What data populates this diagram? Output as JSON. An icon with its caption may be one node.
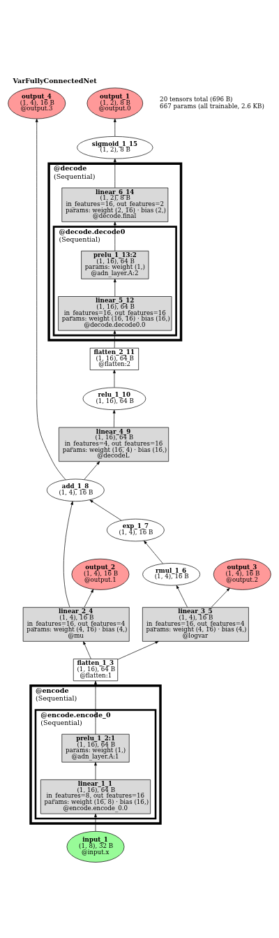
{
  "diagram": {
    "title": "VarFullyConnectedNet",
    "nodes": [
      {
        "text": [
          "output_4",
          "(1, 4), 16 B",
          "@output.3"
        ]
      },
      {
        "text": [
          "output_1",
          "(1, 2), 8 B",
          "@output.0"
        ]
      },
      {
        "text": [
          "sigmoid_1_15",
          "(1, 2), 8 B"
        ]
      },
      {
        "text": [
          "@decode",
          "(Sequential)"
        ]
      },
      {
        "text": [
          "linear_6_14",
          "(1, 2), 8 B",
          "in_features=16, out_features=2",
          "params: weight (2, 16) · bias (2,)",
          "@decode.final"
        ],
        "in": 3
      },
      {
        "text": [
          "@decode.decode0",
          "(Sequential)"
        ],
        "in": 3
      },
      {
        "text": [
          "prelu_1_13:2",
          "(1, 16), 64 B",
          "params: weight (1,)",
          "@adn_layer.A:2"
        ],
        "in": 5
      },
      {
        "text": [
          "linear_5_12",
          "(1, 16), 64 B",
          "in_features=16, out_features=16",
          "params: weight (16, 16) · bias (16,)",
          "@decode.decode0.0"
        ],
        "in": 5
      },
      {
        "text": [
          "flatten_2_11",
          "(1, 16), 64 B",
          "@flatten:2"
        ]
      },
      {
        "text": [
          "relu_1_10",
          "(1, 16), 64 B"
        ]
      },
      {
        "text": [
          "linear_4_9",
          "(1, 16), 64 B",
          "in_features=4, out_features=16",
          "params: weight (16, 4) · bias (16,)",
          "@decodeL"
        ]
      },
      {
        "text": [
          "add_1_8",
          "(1, 4), 16 B"
        ]
      },
      {
        "text": [
          "exp_1_7",
          "(1, 4), 16 B"
        ]
      },
      {
        "text": [
          "output_2",
          "(1, 4), 16 B",
          "@output.1"
        ]
      },
      {
        "text": [
          "rmul_1_6",
          "(1, 4), 16 B"
        ]
      },
      {
        "text": [
          "output_3",
          "(1, 4), 16 B",
          "@output.2"
        ]
      },
      {
        "text": [
          "linear_2_4",
          "(1, 4), 16 B",
          "in_features=16, out_features=4",
          "params: weight (4, 16) · bias (4,)",
          "@mu"
        ]
      },
      {
        "text": [
          "linear_3_5",
          "(1, 4), 16 B",
          "in_features=16, out_features=4",
          "params: weight (4, 16) · bias (4,)",
          "@logvar"
        ]
      },
      {
        "text": [
          "flatten_1_3",
          "(1, 16), 64 B",
          "@flatten:1"
        ]
      },
      {
        "text": [
          "@encode",
          "(Sequential)"
        ]
      },
      {
        "text": [
          "@encode.encode_0",
          "(Sequential)"
        ],
        "in": 19
      },
      {
        "text": [
          "prelu_1_2:1",
          "(1, 16), 64 B",
          "params: weight (1,)",
          "@adn_layer.A:1"
        ],
        "in": 20
      },
      {
        "text": [
          "linear_1_1",
          "(1, 16), 64 B",
          "in_features=8, out_features=16",
          "params: weight (16, 8) · bias (16,)",
          "@encode.encode_0.0"
        ],
        "in": 20
      },
      {
        "text": [
          "input_1",
          "(1, 8), 32 B",
          "@input.x"
        ]
      }
    ],
    "edges": [
      {
        "from": 23,
        "to": 22,
        "arrow": "to"
      },
      {
        "from": 22,
        "to": 21,
        "arrow": "to"
      },
      {
        "from": 21,
        "to": 18,
        "arrow": "to"
      },
      {
        "from": 18,
        "to": 16,
        "arrow": "to"
      },
      {
        "from": 18,
        "to": 17,
        "arrow": "to"
      },
      {
        "from": 16,
        "to": 13,
        "arrow": "to"
      },
      {
        "from": 16,
        "to": 11,
        "arrow": "to"
      },
      {
        "from": 17,
        "to": 14,
        "arrow": "to"
      },
      {
        "from": 17,
        "to": 15,
        "arrow": "to"
      },
      {
        "from": 14,
        "to": 12,
        "arrow": "to"
      },
      {
        "from": 12,
        "to": 11,
        "arrow": "to"
      },
      {
        "from": 11,
        "to": 10,
        "arrow": "to"
      },
      {
        "from": 11,
        "to": 0,
        "arrow": "to"
      },
      {
        "from": 10,
        "to": 9,
        "arrow": "to"
      },
      {
        "from": 9,
        "to": 8,
        "arrow": "to"
      },
      {
        "from": 8,
        "to": 7,
        "arrow": "to"
      },
      {
        "from": 7,
        "to": 6,
        "arrow": "to"
      },
      {
        "from": 6,
        "to": 4,
        "arrow": "to"
      },
      {
        "from": 4,
        "to": 2,
        "arrow": "to"
      },
      {
        "from": 2,
        "to": 1,
        "arrow": "to"
      }
    ],
    "labels": [
      "20 tensors total (696 B)",
      "667 params (all trainable, 2.6 KB)"
    ]
  }
}
